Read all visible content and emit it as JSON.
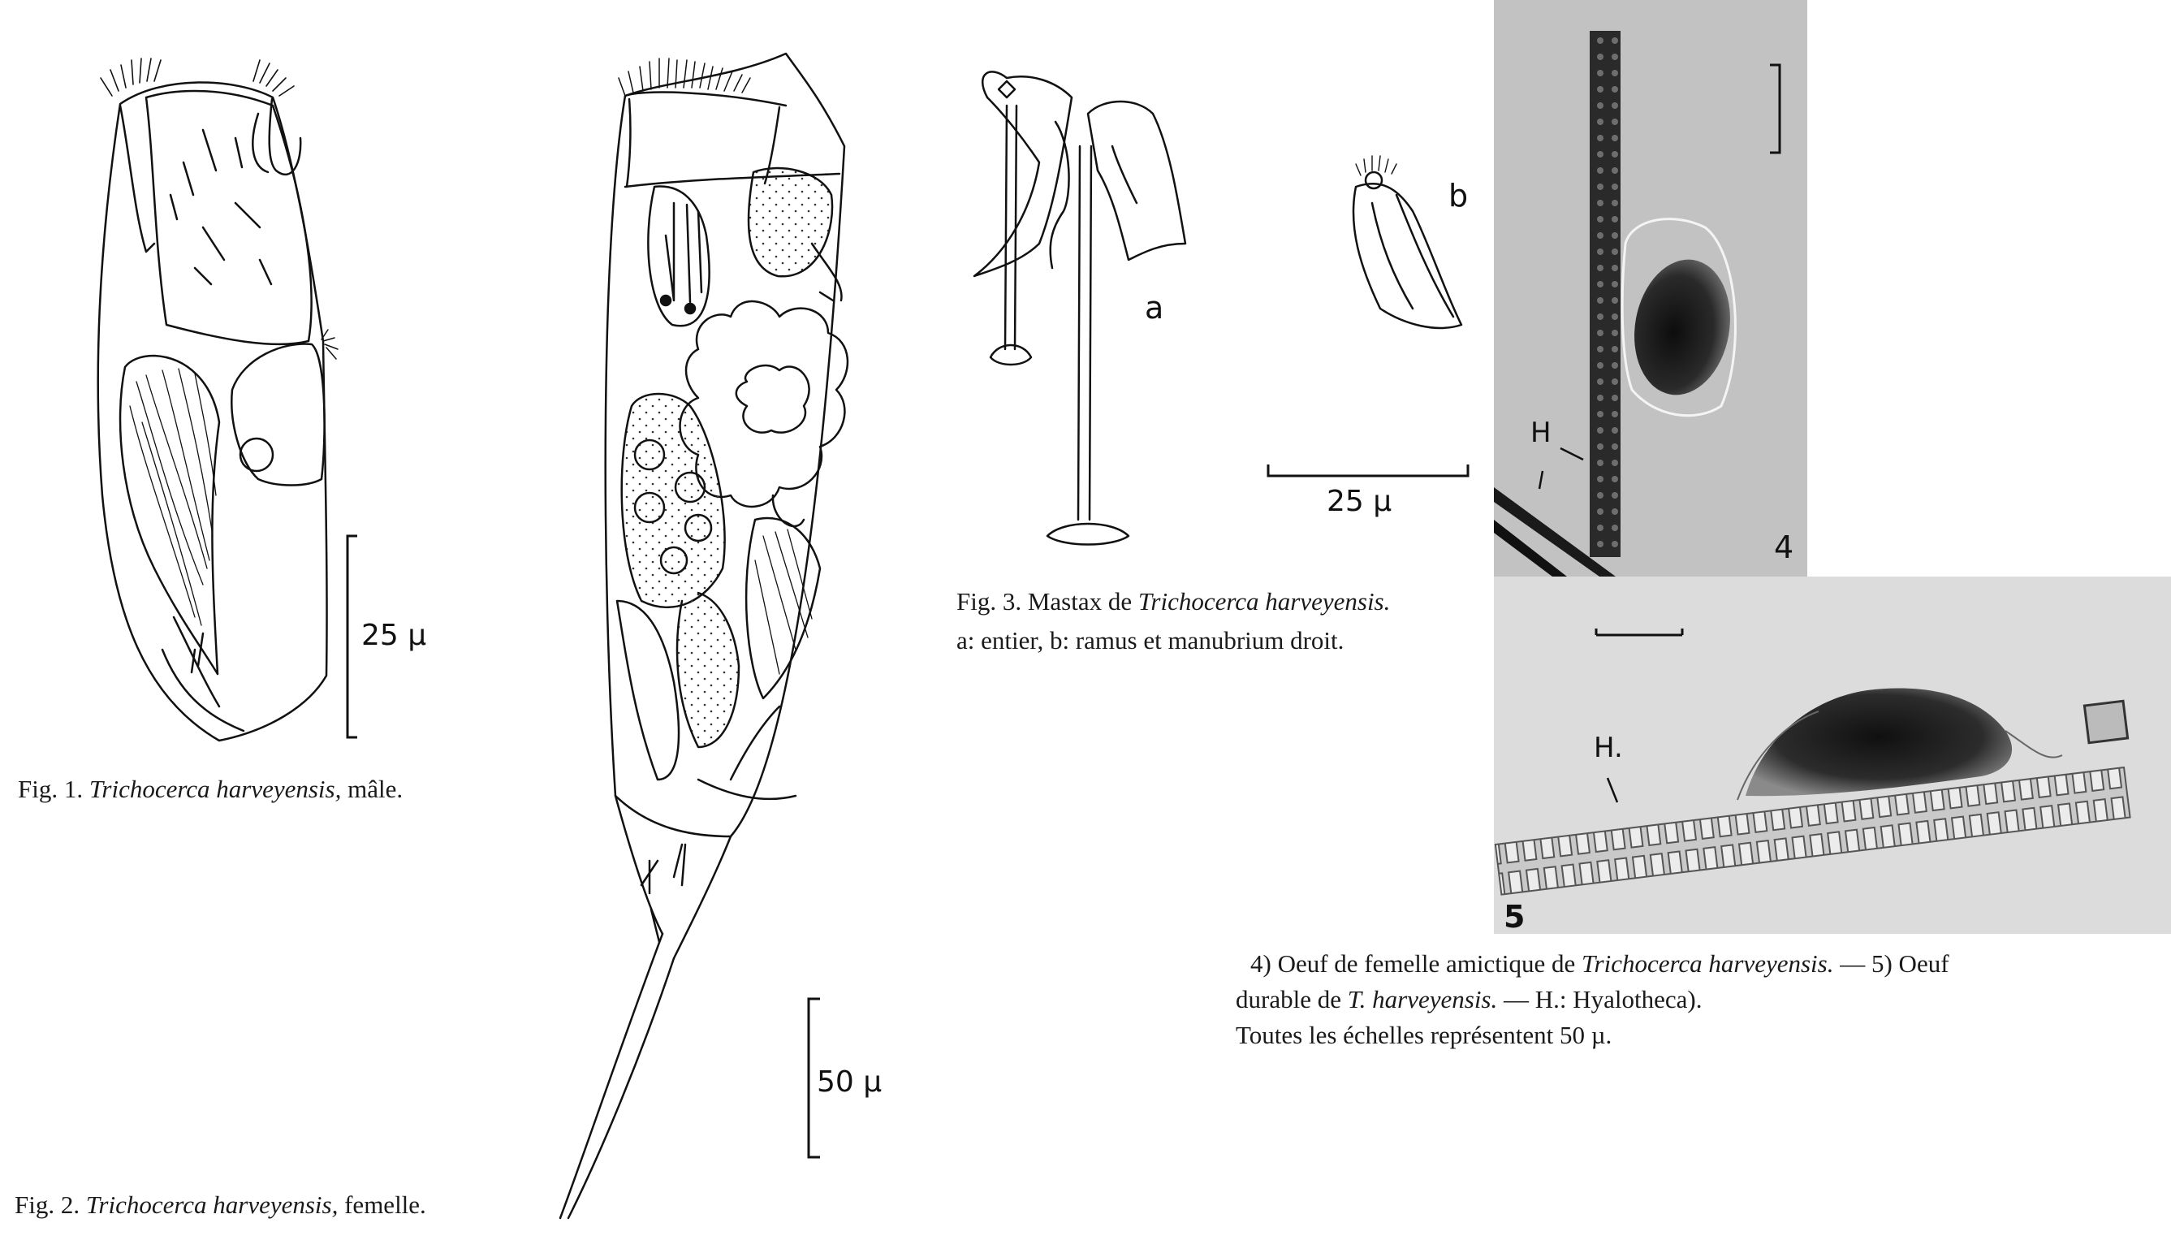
{
  "figure1": {
    "caption_prefix": "Fig. 1.",
    "caption_species": "Trichocerca harveyensis,",
    "caption_suffix": "mâle.",
    "scale_label": "25 µ"
  },
  "figure2": {
    "caption_prefix": "Fig. 2.",
    "caption_species": "Trichocerca harveyensis,",
    "caption_suffix": "femelle.",
    "scale_label": "50 µ"
  },
  "figure3": {
    "part_a_label": "a",
    "part_b_label": "b",
    "scale_label": "25 µ",
    "caption_line1_prefix": "Fig. 3. Mastax de",
    "caption_line1_species": "Trichocerca harveyensis.",
    "caption_line2": "a: entier, b: ramus et manubrium droit."
  },
  "photo4": {
    "number": "4",
    "marker": "H"
  },
  "photo5": {
    "number": "5",
    "marker": "H."
  },
  "photos_caption": {
    "line1_prefix": "4) Oeuf de femelle amictique de",
    "line1_species": "Trichocerca harveyensis.",
    "line1_suffix": "— 5) Oeuf",
    "line2_prefix": "durable de",
    "line2_species": "T. harveyensis.",
    "line2_suffix": "— H.: Hyalotheca).",
    "line3": "Toutes les échelles représentent 50 µ."
  }
}
